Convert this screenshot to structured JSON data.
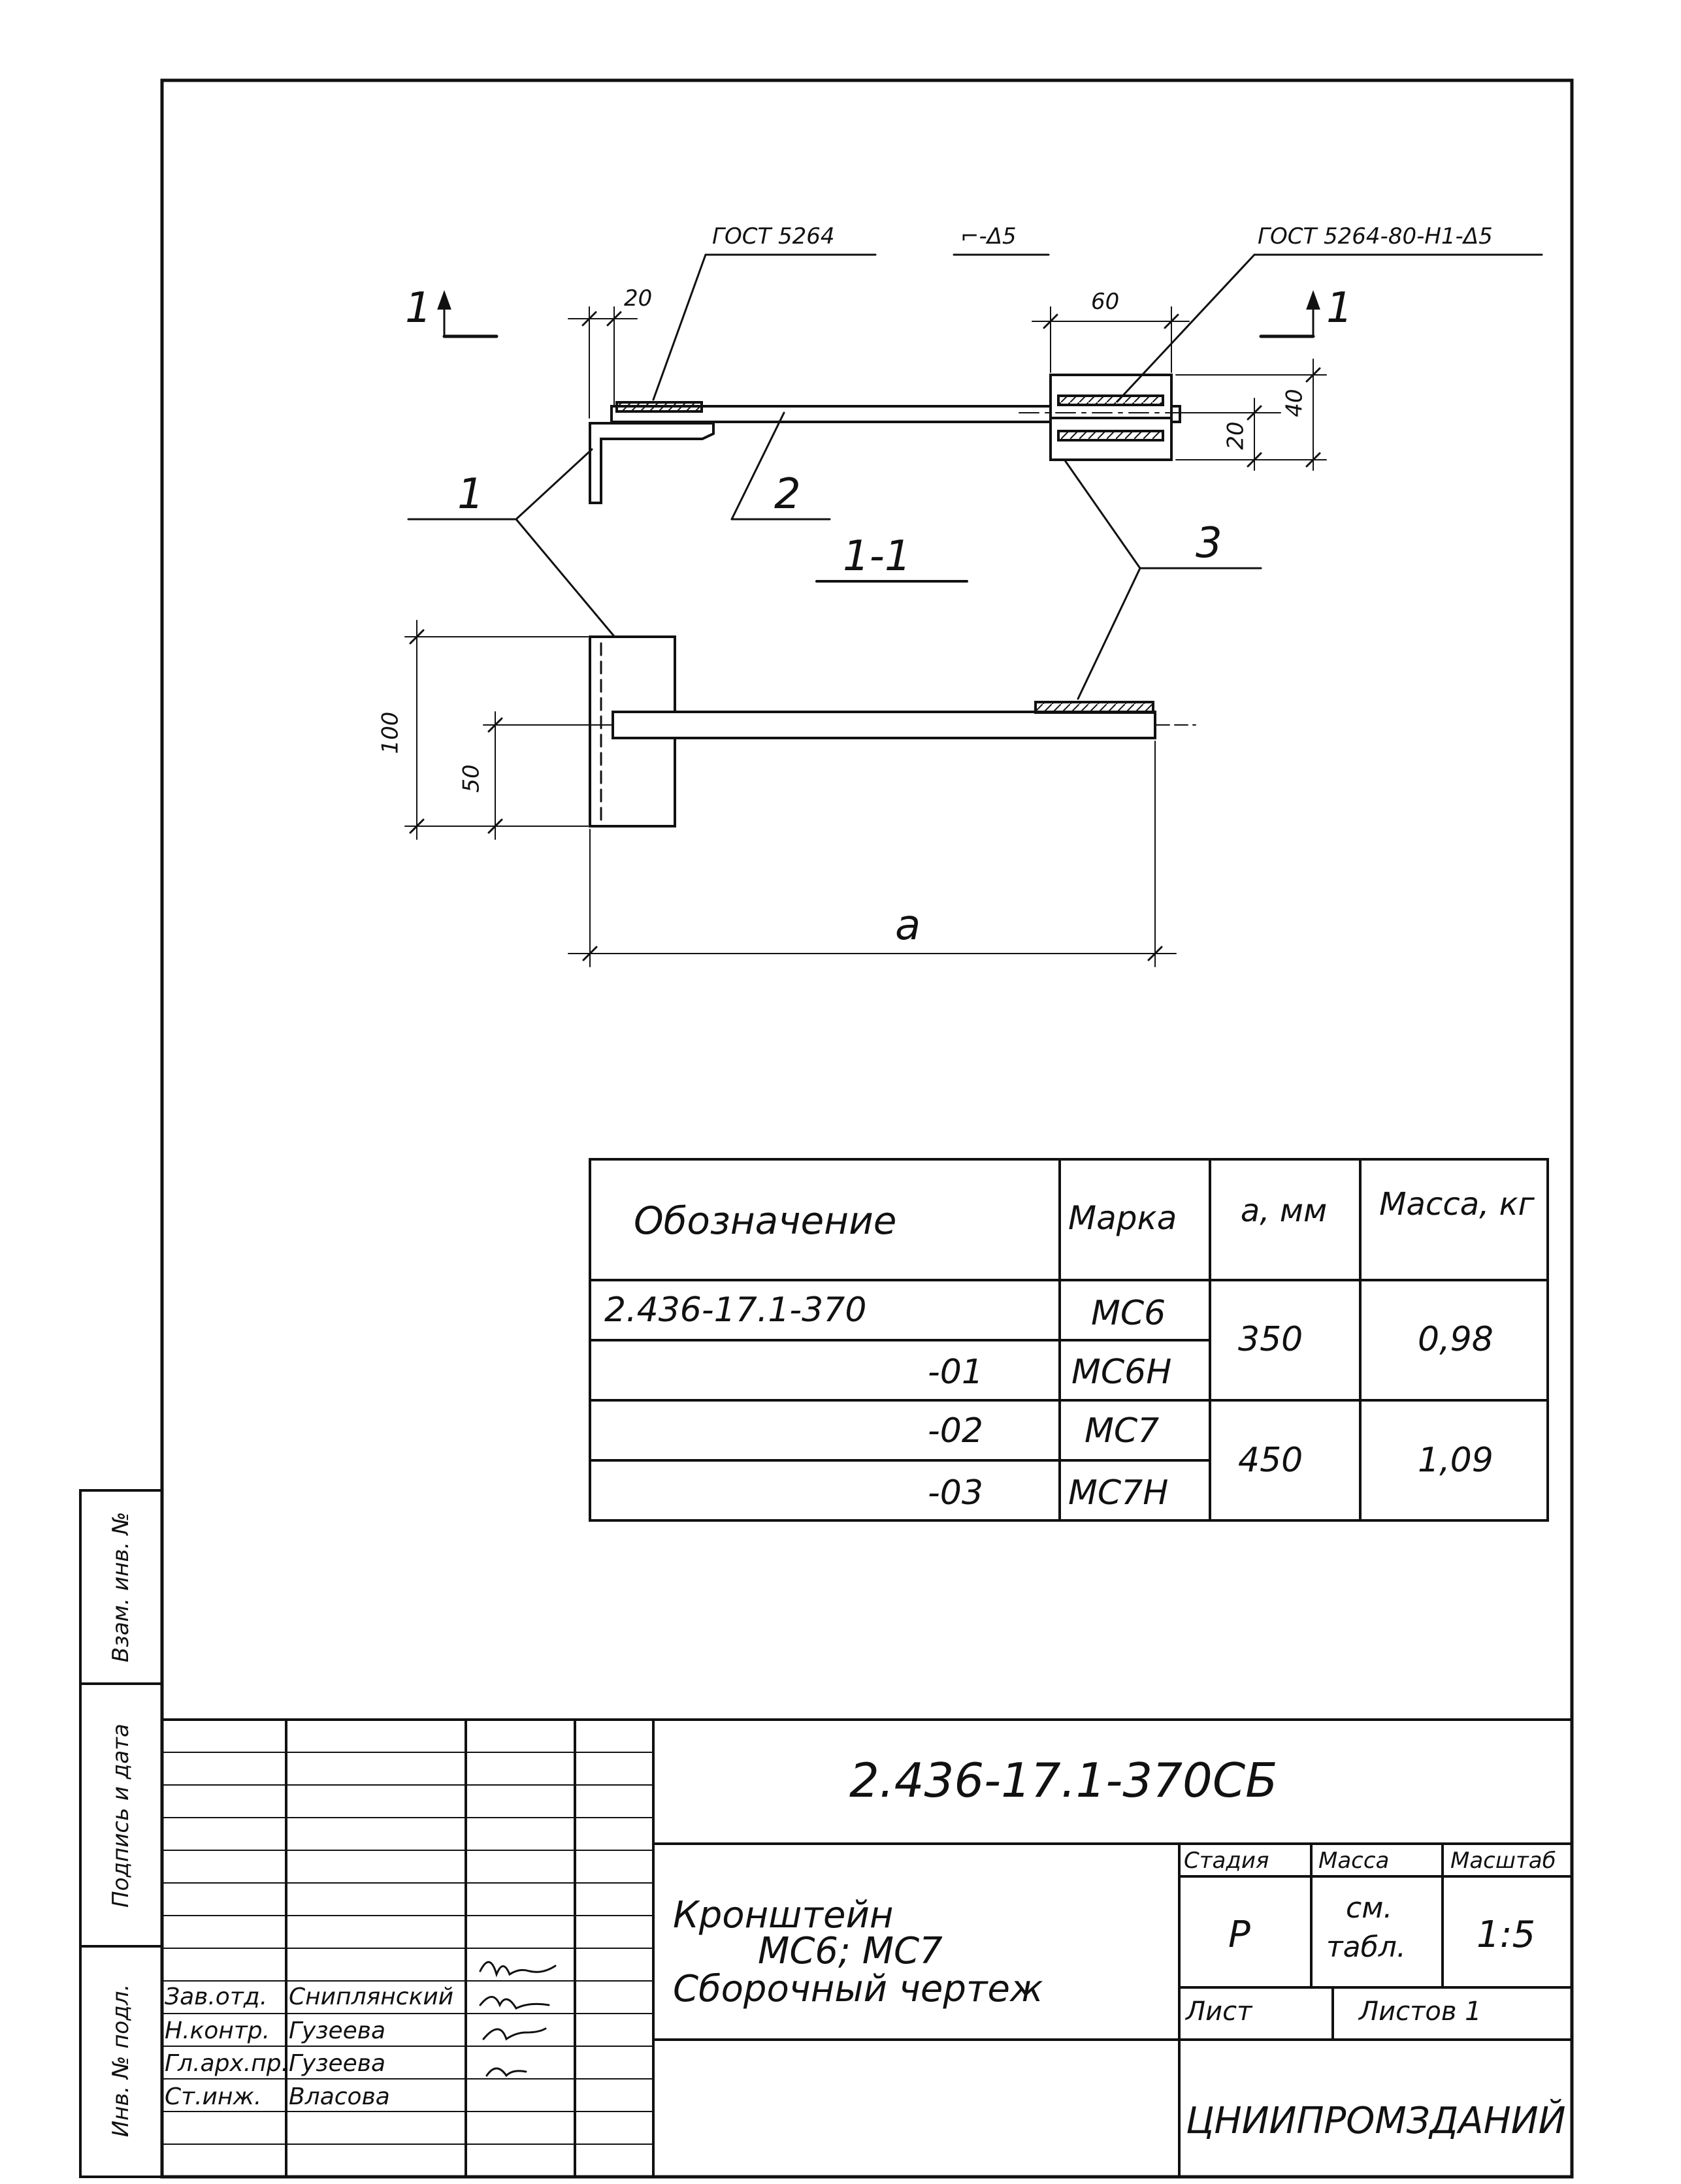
{
  "drawing": {
    "gost_left": "ГОСТ 5264",
    "weld_mark_mid": "⌐-Δ5",
    "gost_right": "ГОСТ 5264-80-Н1-Δ5",
    "section_mark": "1",
    "section_title": "1-1",
    "callouts": [
      "1",
      "2",
      "3"
    ],
    "dims": {
      "d20_top": "20",
      "d60": "60",
      "d20_side": "20",
      "d40": "40",
      "d100": "100",
      "d50": "50",
      "a": "a"
    }
  },
  "spec_table": {
    "headers": [
      "Обозначение",
      "Марка",
      "а, мм",
      "Масса, кг"
    ],
    "rows": [
      {
        "designation": "2.436-17.1-370",
        "mark": "МС6"
      },
      {
        "designation": "-01",
        "mark": "МС6Н"
      },
      {
        "designation": "-02",
        "mark": "МС7"
      },
      {
        "designation": "-03",
        "mark": "МС7Н"
      }
    ],
    "groups": [
      {
        "a_mm": "350",
        "mass_kg": "0,98"
      },
      {
        "a_mm": "450",
        "mass_kg": "1,09"
      }
    ]
  },
  "side_stamp": {
    "cells": [
      "Взам. инв. №",
      "Подпись и дата",
      "Инв. № подл."
    ]
  },
  "title_block": {
    "doc_number": "2.436-17.1-370СБ",
    "title_lines": [
      "Кронштейн",
      "МС6; МС7",
      "Сборочный чертеж"
    ],
    "stage_label": "Стадия",
    "mass_label": "Масса",
    "scale_label": "Масштаб",
    "stage_value": "Р",
    "mass_value_1": "см.",
    "mass_value_2": "табл.",
    "scale_value": "1:5",
    "sheet_label": "Лист",
    "sheets_label": "Листов 1",
    "organization": "ЦНИИПРОМЗДАНИЙ",
    "staff": [
      {
        "role": "Зав.отд.",
        "name": "Сниплянский"
      },
      {
        "role": "Н.контр.",
        "name": "Гузеева"
      },
      {
        "role": "Гл.арх.пр.",
        "name": "Гузеева"
      },
      {
        "role": "Ст.инж.",
        "name": "Власова"
      }
    ]
  }
}
